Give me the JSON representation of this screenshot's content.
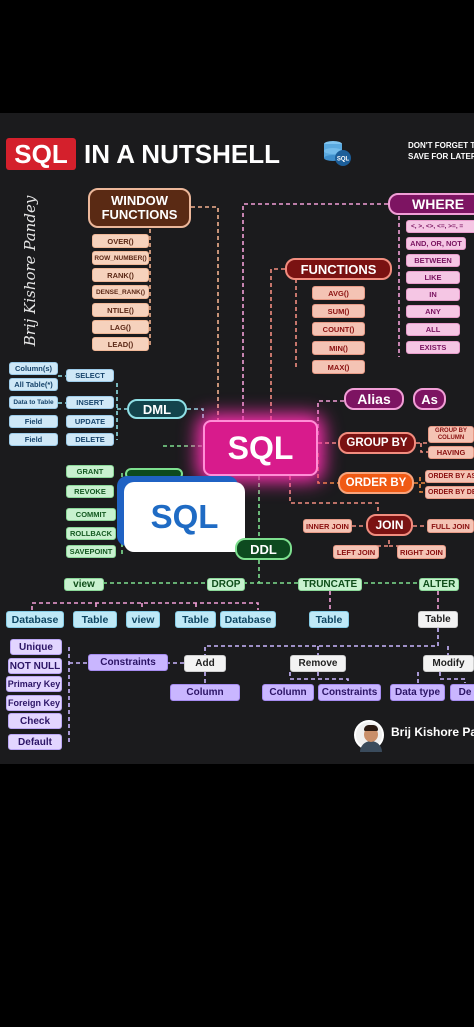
{
  "header": {
    "badge": "SQL",
    "title": "IN A NUTSHELL",
    "note_line1": "DON'T FORGET T",
    "note_line2": "SAVE FOR LATER"
  },
  "author_vertical": "Brij Kishore Pandey",
  "center": {
    "sql": "SQL",
    "overlay_sql": "SQL"
  },
  "window_functions": {
    "title": "WINDOW\nFUNCTIONS",
    "items": [
      "OVER()",
      "ROW_NUMBER()",
      "RANK()",
      "DENSE_RANK()",
      "NTILE()",
      "LAG()",
      "LEAD()"
    ]
  },
  "functions": {
    "title": "FUNCTIONS",
    "items": [
      "AVG()",
      "SUM()",
      "COUNT()",
      "MIN()",
      "MAX()"
    ]
  },
  "where": {
    "title": "WHERE",
    "items": [
      "<, >, <>, <=, >=, =",
      "AND, OR, NOT",
      "BETWEEN",
      "LIKE",
      "IN",
      "ANY",
      "ALL",
      "EXISTS"
    ]
  },
  "alias": {
    "label": "Alias",
    "as": "As"
  },
  "group_by": {
    "label": "GROUP BY",
    "items": [
      "GROUP BY COLUMN",
      "HAVING"
    ]
  },
  "order_by": {
    "label": "ORDER BY",
    "items": [
      "ORDER BY ASC",
      "ORDER BY DESC"
    ]
  },
  "join": {
    "label": "JOIN",
    "items": [
      "INNER JOIN",
      "FULL JOIN",
      "LEFT JOIN",
      "RIGHT JOIN"
    ]
  },
  "dml": {
    "label": "DML",
    "verbs": [
      "SELECT",
      "INSERT",
      "UPDATE",
      "DELETE"
    ],
    "targets": [
      "Column(s)",
      "All Table(*)",
      "Data to Table",
      "Field",
      "Field"
    ]
  },
  "dcl_tcl": {
    "items": [
      "GRANT",
      "REVOKE",
      "COMMIT",
      "ROLLBACK",
      "SAVEPOINT"
    ]
  },
  "ddl": {
    "label": "DDL",
    "groups": [
      "view",
      "DROP",
      "TRUNCATE",
      "ALTER"
    ],
    "drop_items": [
      "Database",
      "Table",
      "view",
      "Table",
      "Database"
    ],
    "truncate_item": "Table",
    "alter_item": "Table",
    "alter_ops": [
      "Add",
      "Remove",
      "Modify"
    ],
    "constraints_label": "Constraints",
    "constraints": [
      "Unique",
      "NOT NULL",
      "Primary Key",
      "Foreign Key",
      "Check",
      "Default"
    ],
    "add_items": [
      "Column"
    ],
    "remove_items": [
      "Column",
      "Constraints"
    ],
    "modify_items": [
      "Data type",
      "De"
    ]
  },
  "footer": {
    "brand": "Brij Kishore Pa"
  },
  "colors": {
    "background": "#1b1b1d",
    "sql_center": "#d81b8c",
    "window": "#5a2a14",
    "functions": "#7a1212",
    "where": "#7d1462",
    "dml": "#13444c",
    "ddl": "#0d4a1f",
    "order_by": "#f05a14",
    "overlay_text": "#1f6bc4"
  }
}
